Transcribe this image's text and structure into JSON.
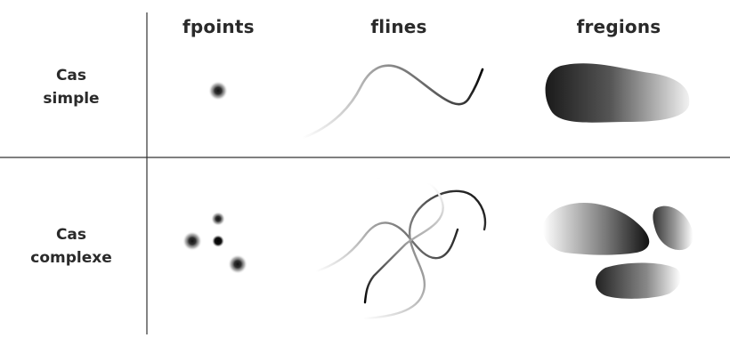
{
  "columns": {
    "points": "fpoints",
    "lines": "flines",
    "regions": "fregions"
  },
  "rows": {
    "simple": {
      "line1": "Cas",
      "line2": "simple"
    },
    "complex": {
      "line1": "Cas",
      "line2": "complexe"
    }
  }
}
